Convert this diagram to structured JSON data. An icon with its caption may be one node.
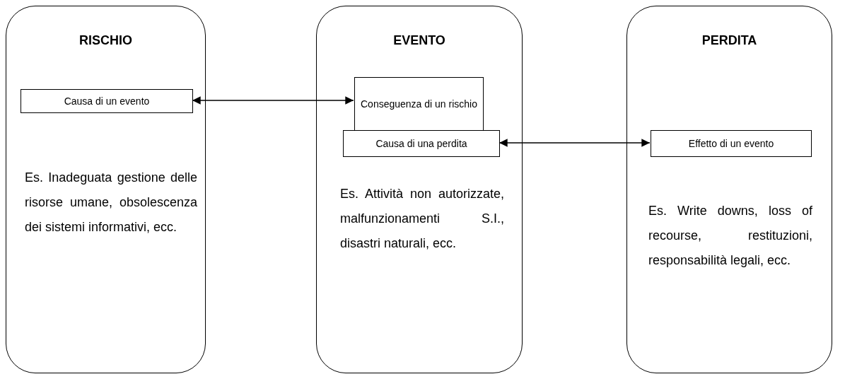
{
  "diagram": {
    "nodes": [
      {
        "text": [
          "RISCHIO",
          "Es. Inadeguata gestione delle risorse umane, obsolescenza dei sistemi informativi, ecc."
        ]
      },
      {
        "text": [
          "Causa di un evento"
        ],
        "in": 0
      },
      {
        "text": [
          "EVENTO",
          "Es. Attività non autorizzate, malfunzionamenti S.I., disastri naturali, ecc."
        ]
      },
      {
        "text": [
          "Conseguenza di un rischio"
        ],
        "in": 2
      },
      {
        "text": [
          "Causa di una perdita"
        ],
        "in": 2
      },
      {
        "text": [
          "PERDITA",
          "Es. Write downs, loss of recourse, restituzioni, responsabilità legali, ecc."
        ]
      },
      {
        "text": [
          "Effetto di un evento"
        ],
        "in": 5
      }
    ],
    "edges": [
      {
        "from": 1,
        "to": 3,
        "arrow": "both"
      },
      {
        "from": 4,
        "to": 6,
        "arrow": "both"
      }
    ]
  }
}
